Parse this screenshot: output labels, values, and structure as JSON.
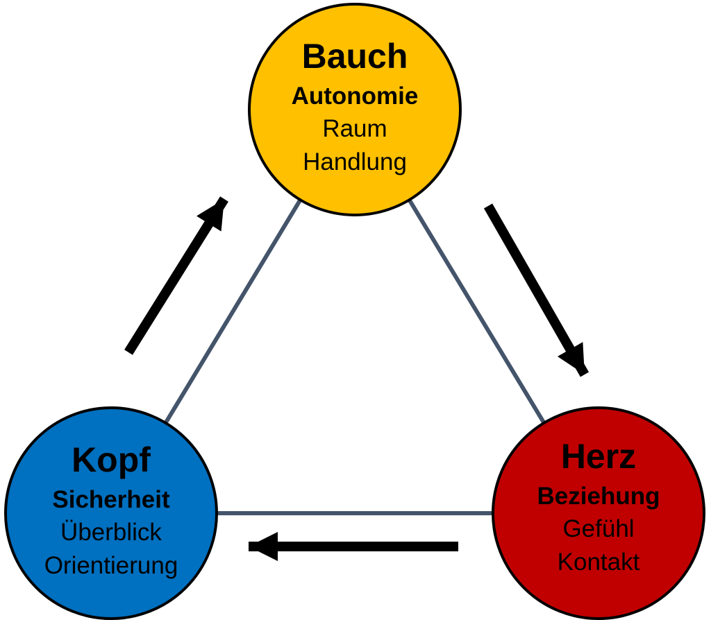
{
  "diagram": {
    "background_color": "#ffffff",
    "edge_color": "#44546A",
    "arrow_color": "#000000",
    "circle_outline_color": "#000000",
    "text_color": "#000000",
    "nodes": [
      {
        "id": "bauch",
        "title": "Bauch",
        "lines": [
          "Autonomie",
          "Raum",
          "Handlung"
        ],
        "color": "#FFC000"
      },
      {
        "id": "kopf",
        "title": "Kopf",
        "lines": [
          "Sicherheit",
          "Überblick",
          "Orientierung"
        ],
        "color": "#0070C0"
      },
      {
        "id": "herz",
        "title": "Herz",
        "lines": [
          "Beziehung",
          "Gefühl",
          "Kontakt"
        ],
        "color": "#C00000"
      }
    ],
    "arrows": [
      {
        "from": "Kopf",
        "to": "Bauch"
      },
      {
        "from": "Bauch",
        "to": "Herz"
      },
      {
        "from": "Herz",
        "to": "Kopf"
      }
    ]
  }
}
